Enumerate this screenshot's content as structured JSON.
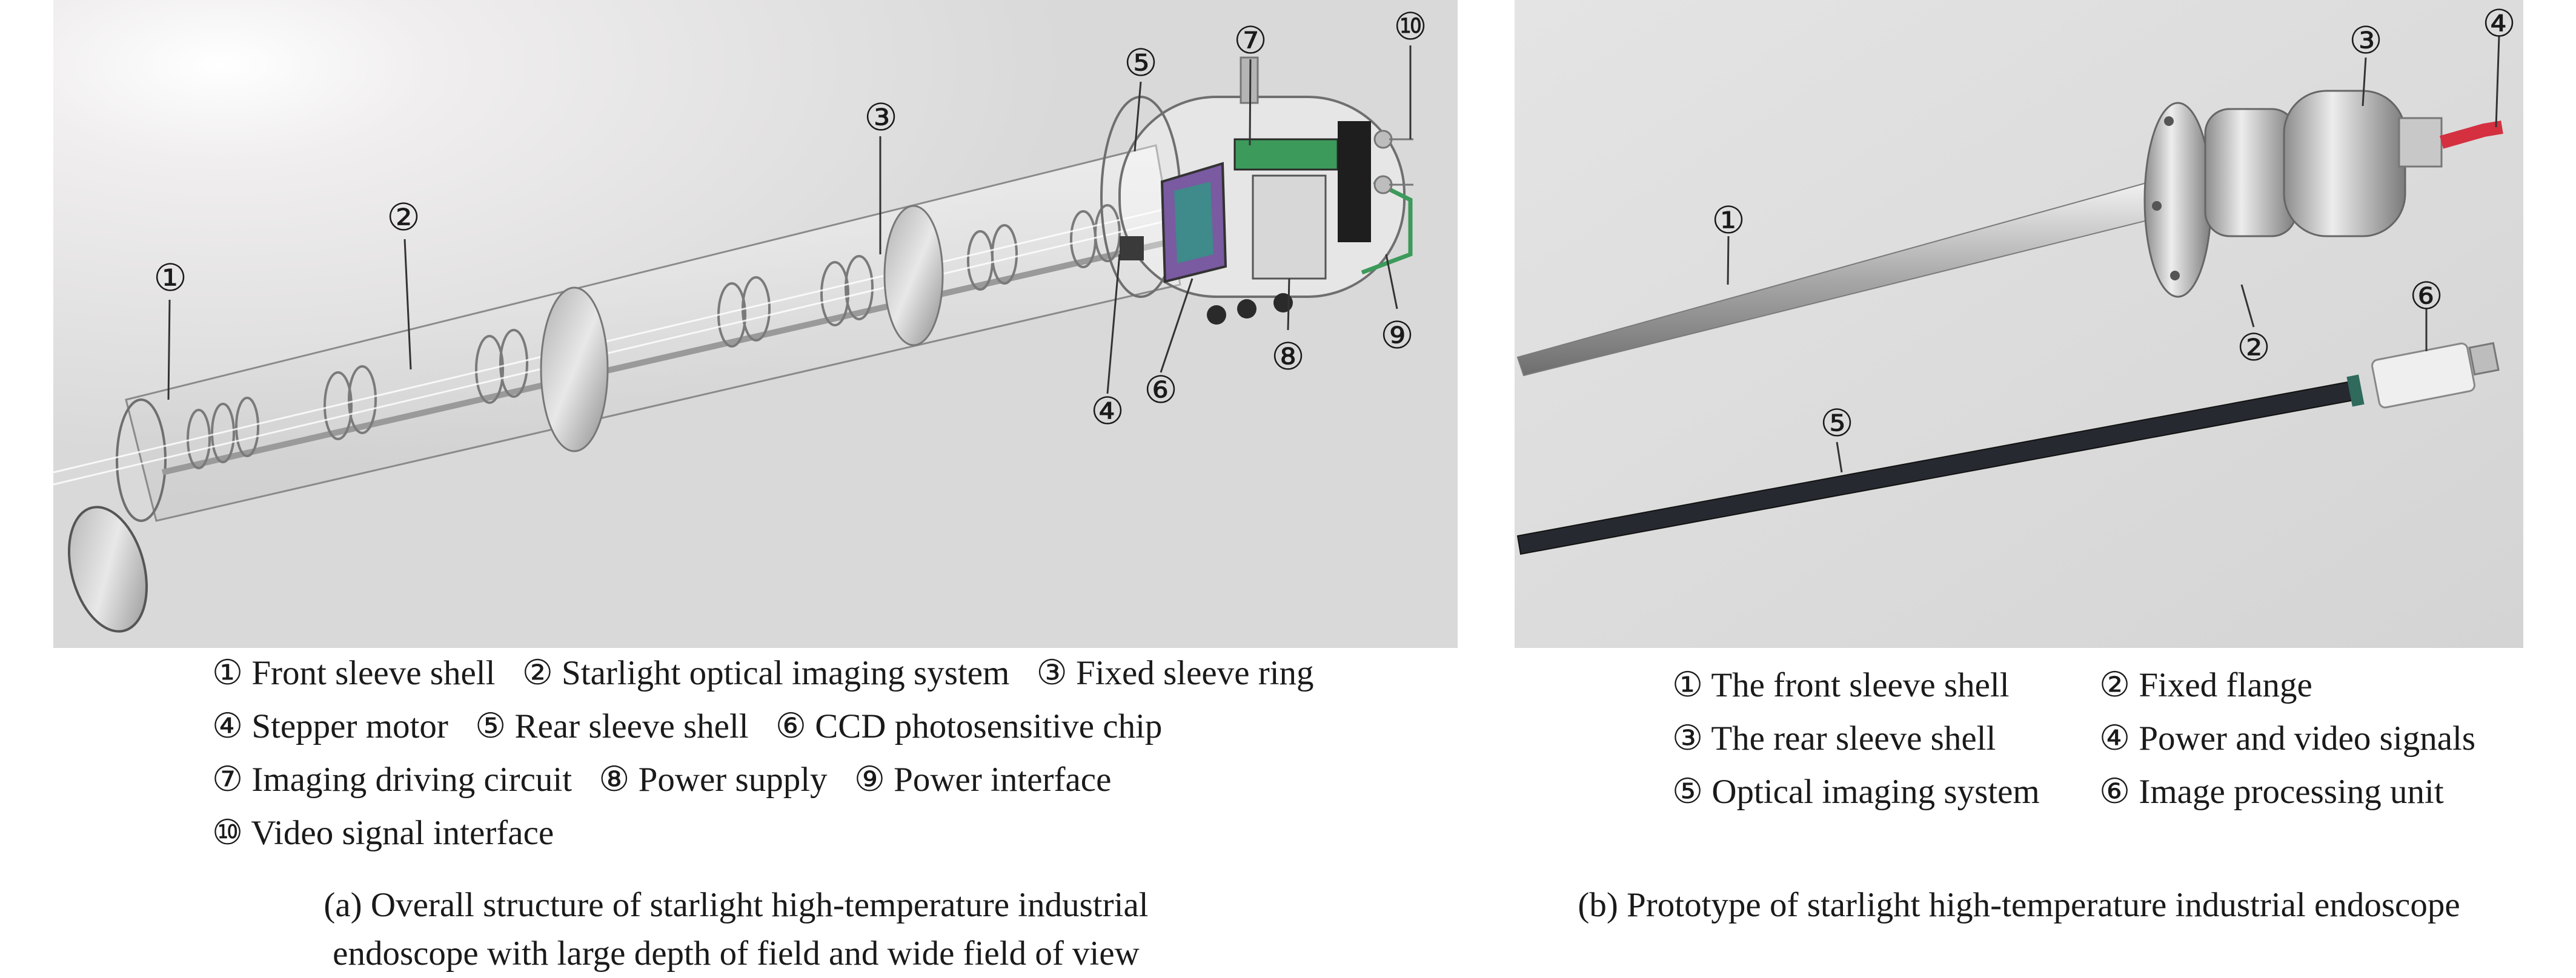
{
  "panel_a": {
    "callouts": [
      "①",
      "②",
      "③",
      "④",
      "⑤",
      "⑥",
      "⑦",
      "⑧",
      "⑨",
      "⑩"
    ],
    "legend_rows": [
      [
        "① Front sleeve shell",
        "② Starlight optical imaging system",
        "③ Fixed sleeve ring"
      ],
      [
        "④ Stepper motor",
        "⑤ Rear sleeve shell",
        "⑥ CCD photosensitive chip"
      ],
      [
        "⑦ Imaging driving circuit",
        "⑧ Power supply",
        "⑨ Power interface"
      ],
      [
        "⑩ Video signal interface"
      ]
    ],
    "caption_line1": "(a) Overall structure of starlight high-temperature industrial",
    "caption_line2": "endoscope with large depth of field and wide field of view"
  },
  "panel_b": {
    "callouts": [
      "①",
      "②",
      "③",
      "④",
      "⑤",
      "⑥"
    ],
    "legend_rows": [
      [
        "① The front sleeve shell",
        "② Fixed flange"
      ],
      [
        "③ The rear sleeve shell",
        "④ Power and video signals"
      ],
      [
        "⑤ Optical imaging system",
        "⑥ Image processing unit"
      ]
    ],
    "caption": "(b) Prototype of starlight high-temperature industrial endoscope"
  }
}
